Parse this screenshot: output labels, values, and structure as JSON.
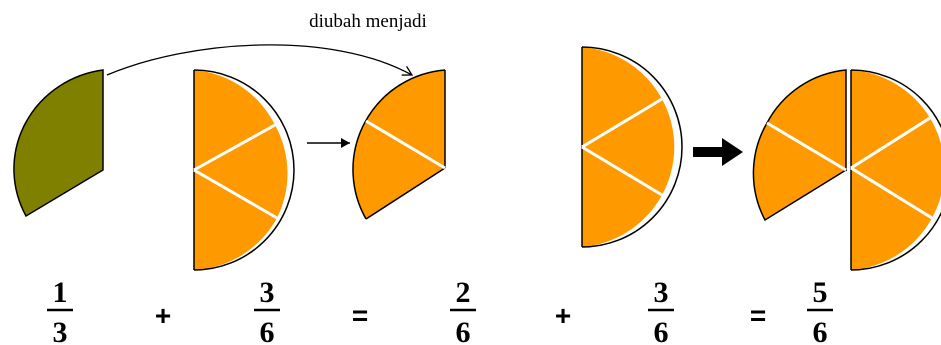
{
  "caption": "diubah menjadi",
  "colors": {
    "olive": "#808000",
    "orange": "#ff9900",
    "outline": "#000000",
    "divider": "#ffffff"
  },
  "equation": {
    "terms": [
      {
        "numerator": "1",
        "denominator": "3"
      },
      {
        "operator": "+"
      },
      {
        "numerator": "3",
        "denominator": "6"
      },
      {
        "operator": "="
      },
      {
        "numerator": "2",
        "denominator": "6"
      },
      {
        "operator": "+"
      },
      {
        "numerator": "3",
        "denominator": "6"
      },
      {
        "operator": "="
      },
      {
        "numerator": "5",
        "denominator": "6"
      }
    ]
  },
  "figures": [
    {
      "name": "one-third-piece",
      "color": "olive",
      "pieces": 1
    },
    {
      "name": "three-sixths-half",
      "color": "orange",
      "pieces": 3
    },
    {
      "name": "two-sixths-piece",
      "color": "orange",
      "pieces": 2
    },
    {
      "name": "three-sixths-half-b",
      "color": "orange",
      "pieces": 3
    },
    {
      "name": "five-sixths-result",
      "color": "orange",
      "pieces": 5
    }
  ],
  "icons": [
    "thin-arrow-icon",
    "bold-arrow-icon",
    "curved-arrow-icon"
  ]
}
